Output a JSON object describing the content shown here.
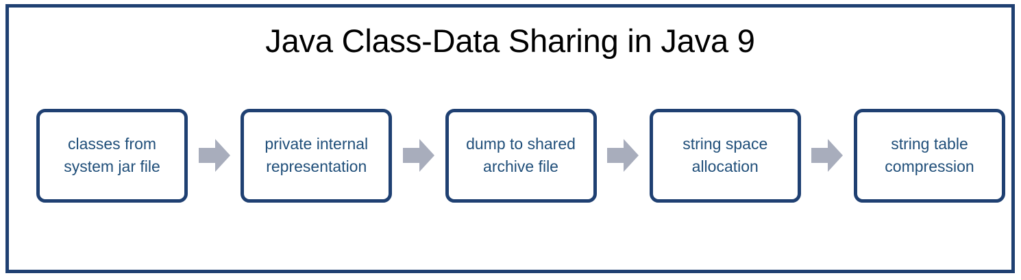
{
  "diagram": {
    "title": "Java Class-Data Sharing in Java 9",
    "frame_color": "#1F4072",
    "node_border_color": "#1F4072",
    "node_text_color": "#1F4E79",
    "arrow_color": "#A8ADBC",
    "background_color": "#FFFFFF",
    "title_color": "#000000",
    "flow_direction": "left-to-right",
    "nodes": [
      {
        "id": "node-1",
        "line1": "classes from",
        "line2": "system jar file"
      },
      {
        "id": "node-2",
        "line1": "private internal",
        "line2": "representation"
      },
      {
        "id": "node-3",
        "line1": "dump to shared",
        "line2": "archive file"
      },
      {
        "id": "node-4",
        "line1": "string space",
        "line2": "allocation"
      },
      {
        "id": "node-5",
        "line1": "string table",
        "line2": "compression"
      }
    ],
    "connectors": [
      {
        "id": "arrow-1",
        "icon": "right-block-arrow-icon",
        "from": "node-1",
        "to": "node-2"
      },
      {
        "id": "arrow-2",
        "icon": "right-block-arrow-icon",
        "from": "node-2",
        "to": "node-3"
      },
      {
        "id": "arrow-3",
        "icon": "right-block-arrow-icon",
        "from": "node-3",
        "to": "node-4"
      },
      {
        "id": "arrow-4",
        "icon": "right-block-arrow-icon",
        "from": "node-4",
        "to": "node-5"
      }
    ]
  }
}
